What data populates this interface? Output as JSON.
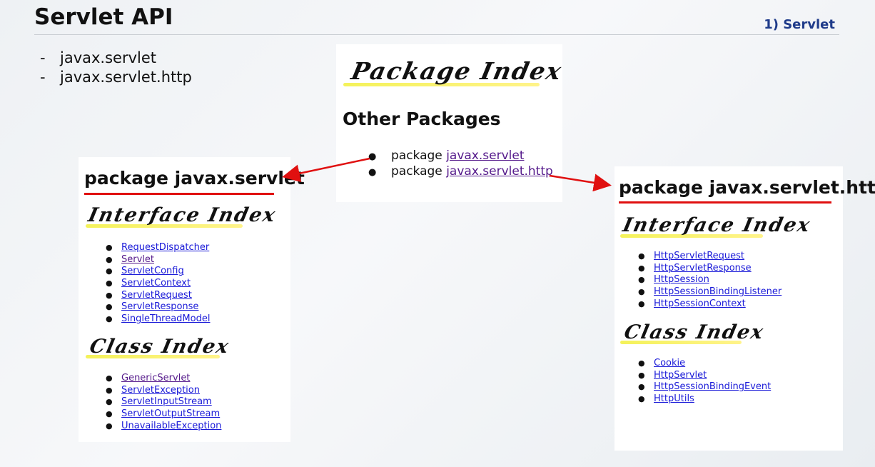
{
  "header": {
    "title": "Servlet API",
    "section": "1) Servlet"
  },
  "bullets": [
    {
      "marker": "-",
      "text": "javax.servlet"
    },
    {
      "marker": "-",
      "text": "javax.servlet.http"
    }
  ],
  "package_index_panel": {
    "heading": "Package Index",
    "subheading": "Other Packages",
    "items": [
      {
        "prefix": "package ",
        "link": "javax.servlet"
      },
      {
        "prefix": "package ",
        "link": "javax.servlet.http"
      }
    ]
  },
  "servlet_panel": {
    "title": "package javax.servlet",
    "interface_heading": "Interface Index",
    "interfaces": [
      "RequestDispatcher",
      "Servlet",
      "ServletConfig",
      "ServletContext",
      "ServletRequest",
      "ServletResponse",
      "SingleThreadModel"
    ],
    "class_heading": "Class Index",
    "classes": [
      "GenericServlet",
      "ServletException",
      "ServletInputStream",
      "ServletOutputStream",
      "UnavailableException"
    ]
  },
  "http_panel": {
    "title": "package javax.servlet.http",
    "interface_heading": "Interface Index",
    "interfaces": [
      "HttpServletRequest",
      "HttpServletResponse",
      "HttpSession",
      "HttpSessionBindingListener",
      "HttpSessionContext"
    ],
    "class_heading": "Class Index",
    "classes": [
      "Cookie",
      "HttpServlet",
      "HttpSessionBindingEvent",
      "HttpUtils"
    ]
  },
  "colors": {
    "accent_red": "#e01010",
    "link": "#1a1ad8",
    "visited_link": "#551a8b",
    "section": "#1f3b8a"
  }
}
